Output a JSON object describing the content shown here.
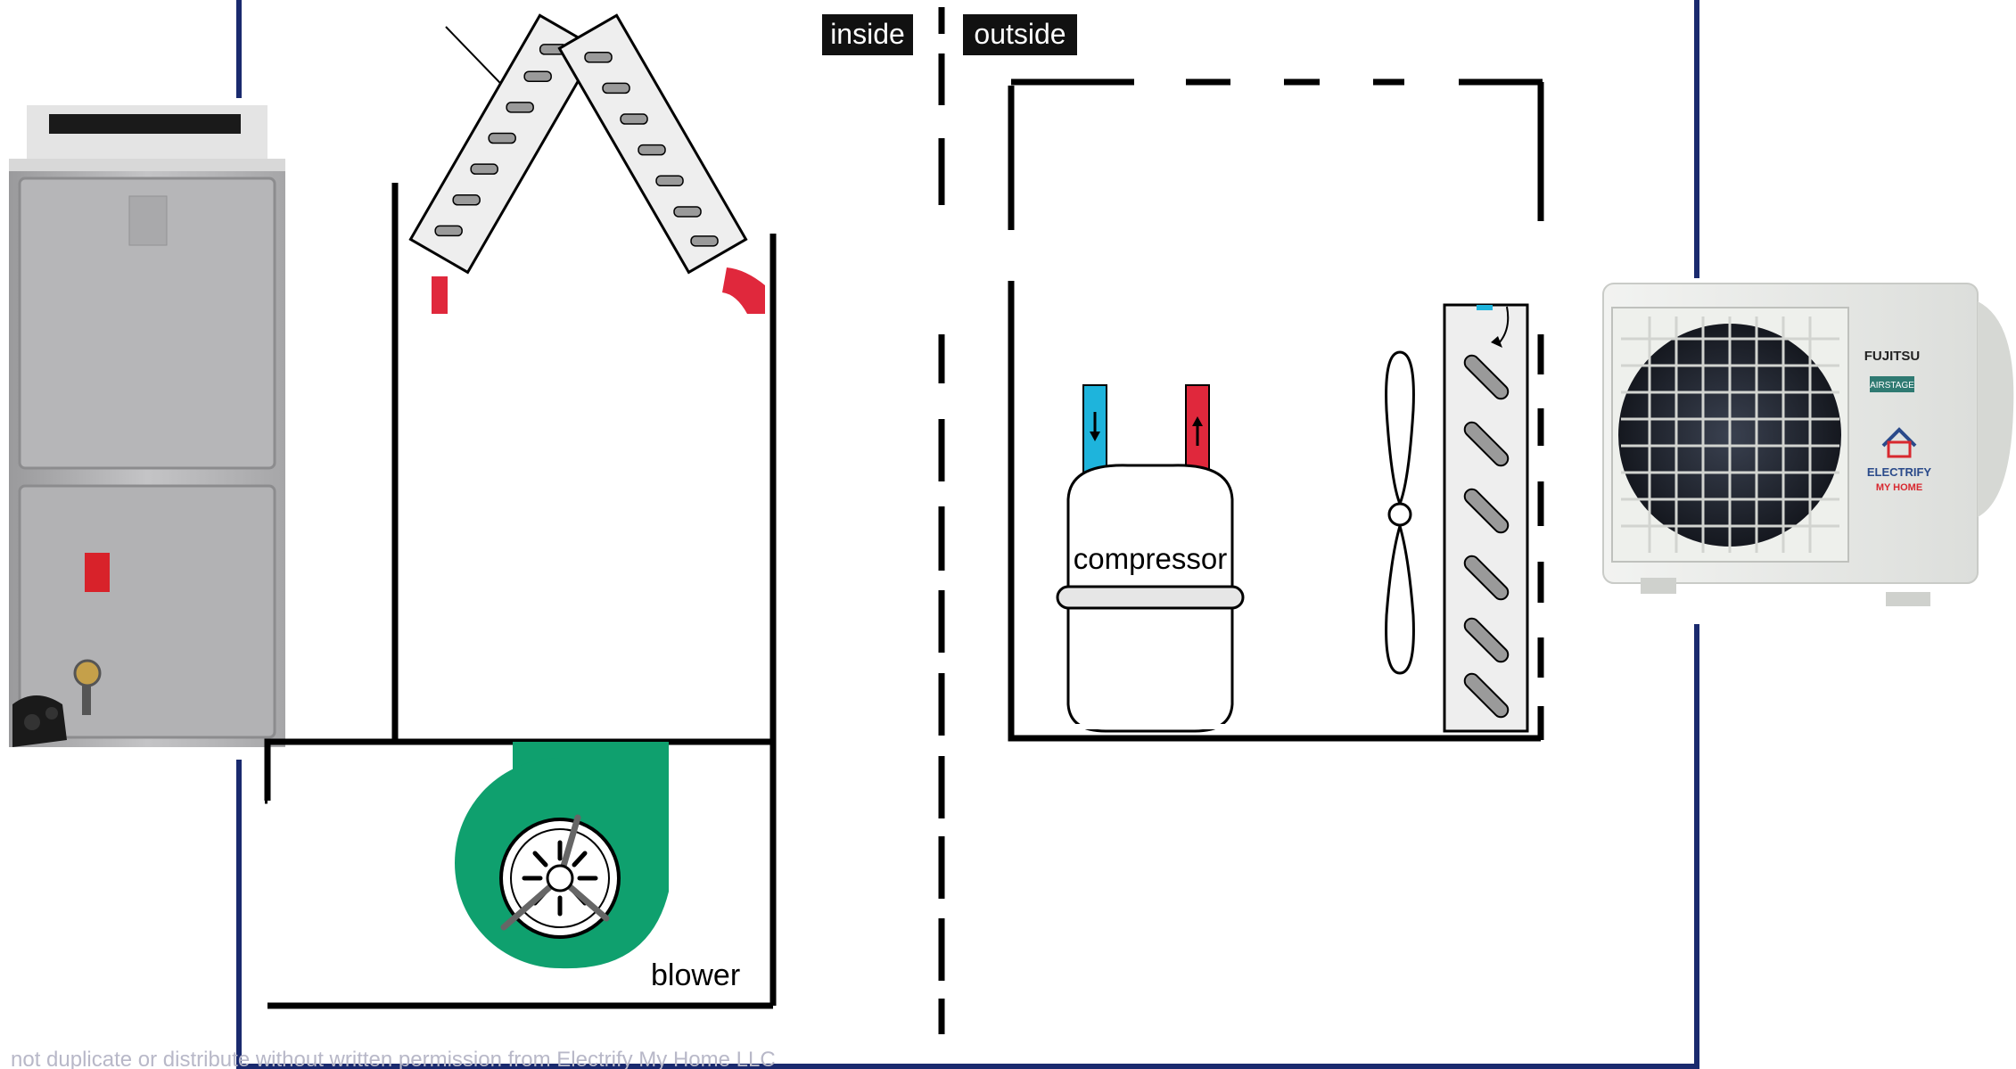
{
  "labels": {
    "inside": "inside",
    "outside": "outside",
    "compressor": "compressor",
    "blower": "blower",
    "footer": "not duplicate or distribute without written permission from Electrify My Home LLC"
  },
  "outdoor_unit": {
    "brand": "FUJITSU",
    "series": "AIRSTAGE",
    "logo_line1": "ELECTRIFY",
    "logo_line2": "MY HOME"
  },
  "colors": {
    "frame": "#1a2a6e",
    "refrigerant_hot": "#e0283c",
    "refrigerant_cold": "#1eb4dc",
    "blower": "#0fa06e",
    "label_bg": "#111111",
    "logo_red": "#d8282f",
    "logo_blue": "#2a4a8a"
  },
  "icons": [
    "air-handler-unit",
    "a-coil",
    "blower-icon",
    "compressor-icon",
    "fan-blade-icon",
    "condenser-coil",
    "outdoor-unit"
  ]
}
